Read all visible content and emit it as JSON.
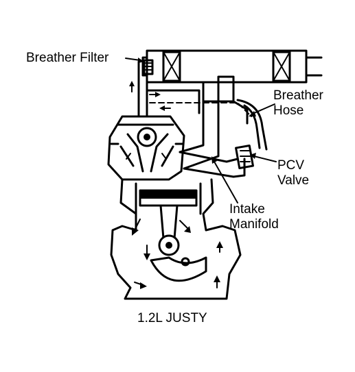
{
  "labels": {
    "breather_filter": "Breather Filter",
    "breather_hose_1": "Breather",
    "breather_hose_2": "Hose",
    "pcv_valve_1": "PCV",
    "pcv_valve_2": "Valve",
    "intake_manifold_1": "Intake",
    "intake_manifold_2": "Manifold",
    "caption": "1.2L JUSTY"
  },
  "colors": {
    "ink": "#000000",
    "paper": "#ffffff"
  }
}
